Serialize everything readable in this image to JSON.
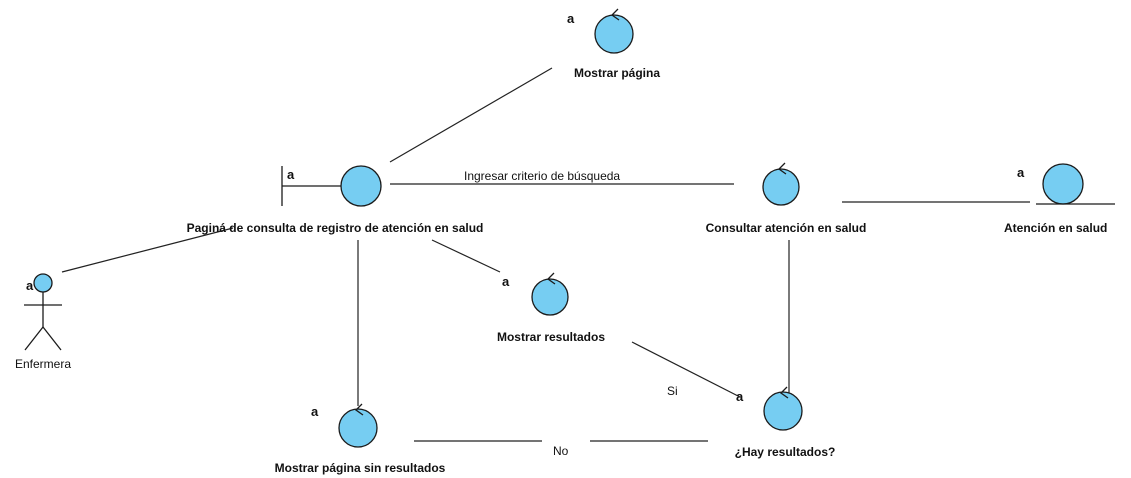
{
  "colors": {
    "element_fill": "#76cdf2",
    "outline": "#1b1b1b",
    "background": "#ffffff"
  },
  "stereotype": "a",
  "actor": {
    "label": "Enfermera"
  },
  "boundary": {
    "label": "Paginá de consulta de registro de atención en salud"
  },
  "controls": {
    "mostrar_pagina": "Mostrar página",
    "consultar": "Consultar atención en salud",
    "mostrar_resultados": "Mostrar resultados",
    "hay_resultados": "¿Hay resultados?",
    "sin_resultados": "Mostrar página sin resultados"
  },
  "entity": {
    "label": "Atención en salud"
  },
  "edges": {
    "ingresar": "Ingresar criterio de búsqueda",
    "si": "Si",
    "no": "No"
  }
}
